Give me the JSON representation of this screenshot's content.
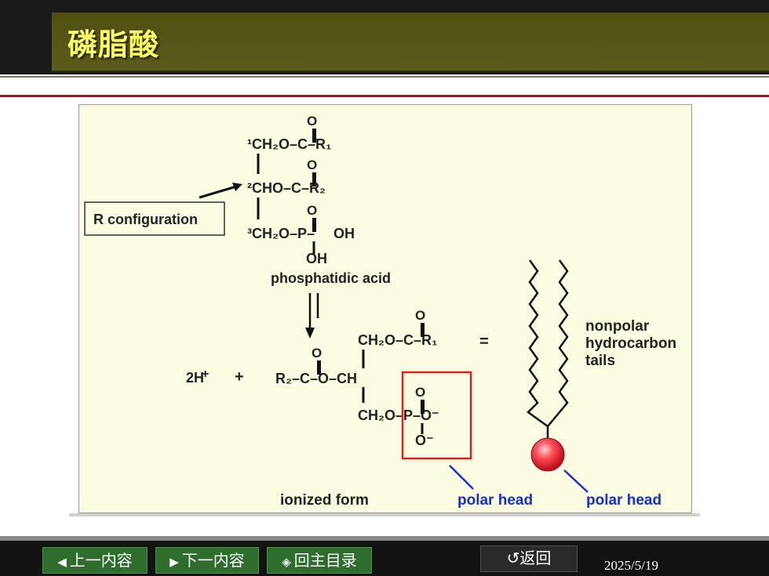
{
  "slide": {
    "title": "磷脂酸"
  },
  "figure": {
    "r_config_label": "R configuration",
    "phosphatidic_label": "phosphatidic acid",
    "ionized_label": "ionized form",
    "polar_head_1": "polar head",
    "polar_head_2": "polar head",
    "nonpolar_1": "nonpolar",
    "nonpolar_2": "hydrocarbon",
    "nonpolar_3": "tails",
    "proton_term": "2H",
    "equals": "=",
    "plus": "+",
    "oh": "OH"
  },
  "nav": {
    "prev_icon": "◀",
    "prev_label": "上一内容",
    "next_icon": "▶",
    "next_label": "下一内容",
    "home_icon": "◈",
    "home_label": "回主目录",
    "back_icon": "↺",
    "back_label": "返回",
    "date": "2025/5/19"
  },
  "colors": {
    "title": "#ffff66",
    "accent_red": "#b80f14",
    "polar_blue": "#1530c8",
    "nav_green": "#2f6d2f"
  }
}
